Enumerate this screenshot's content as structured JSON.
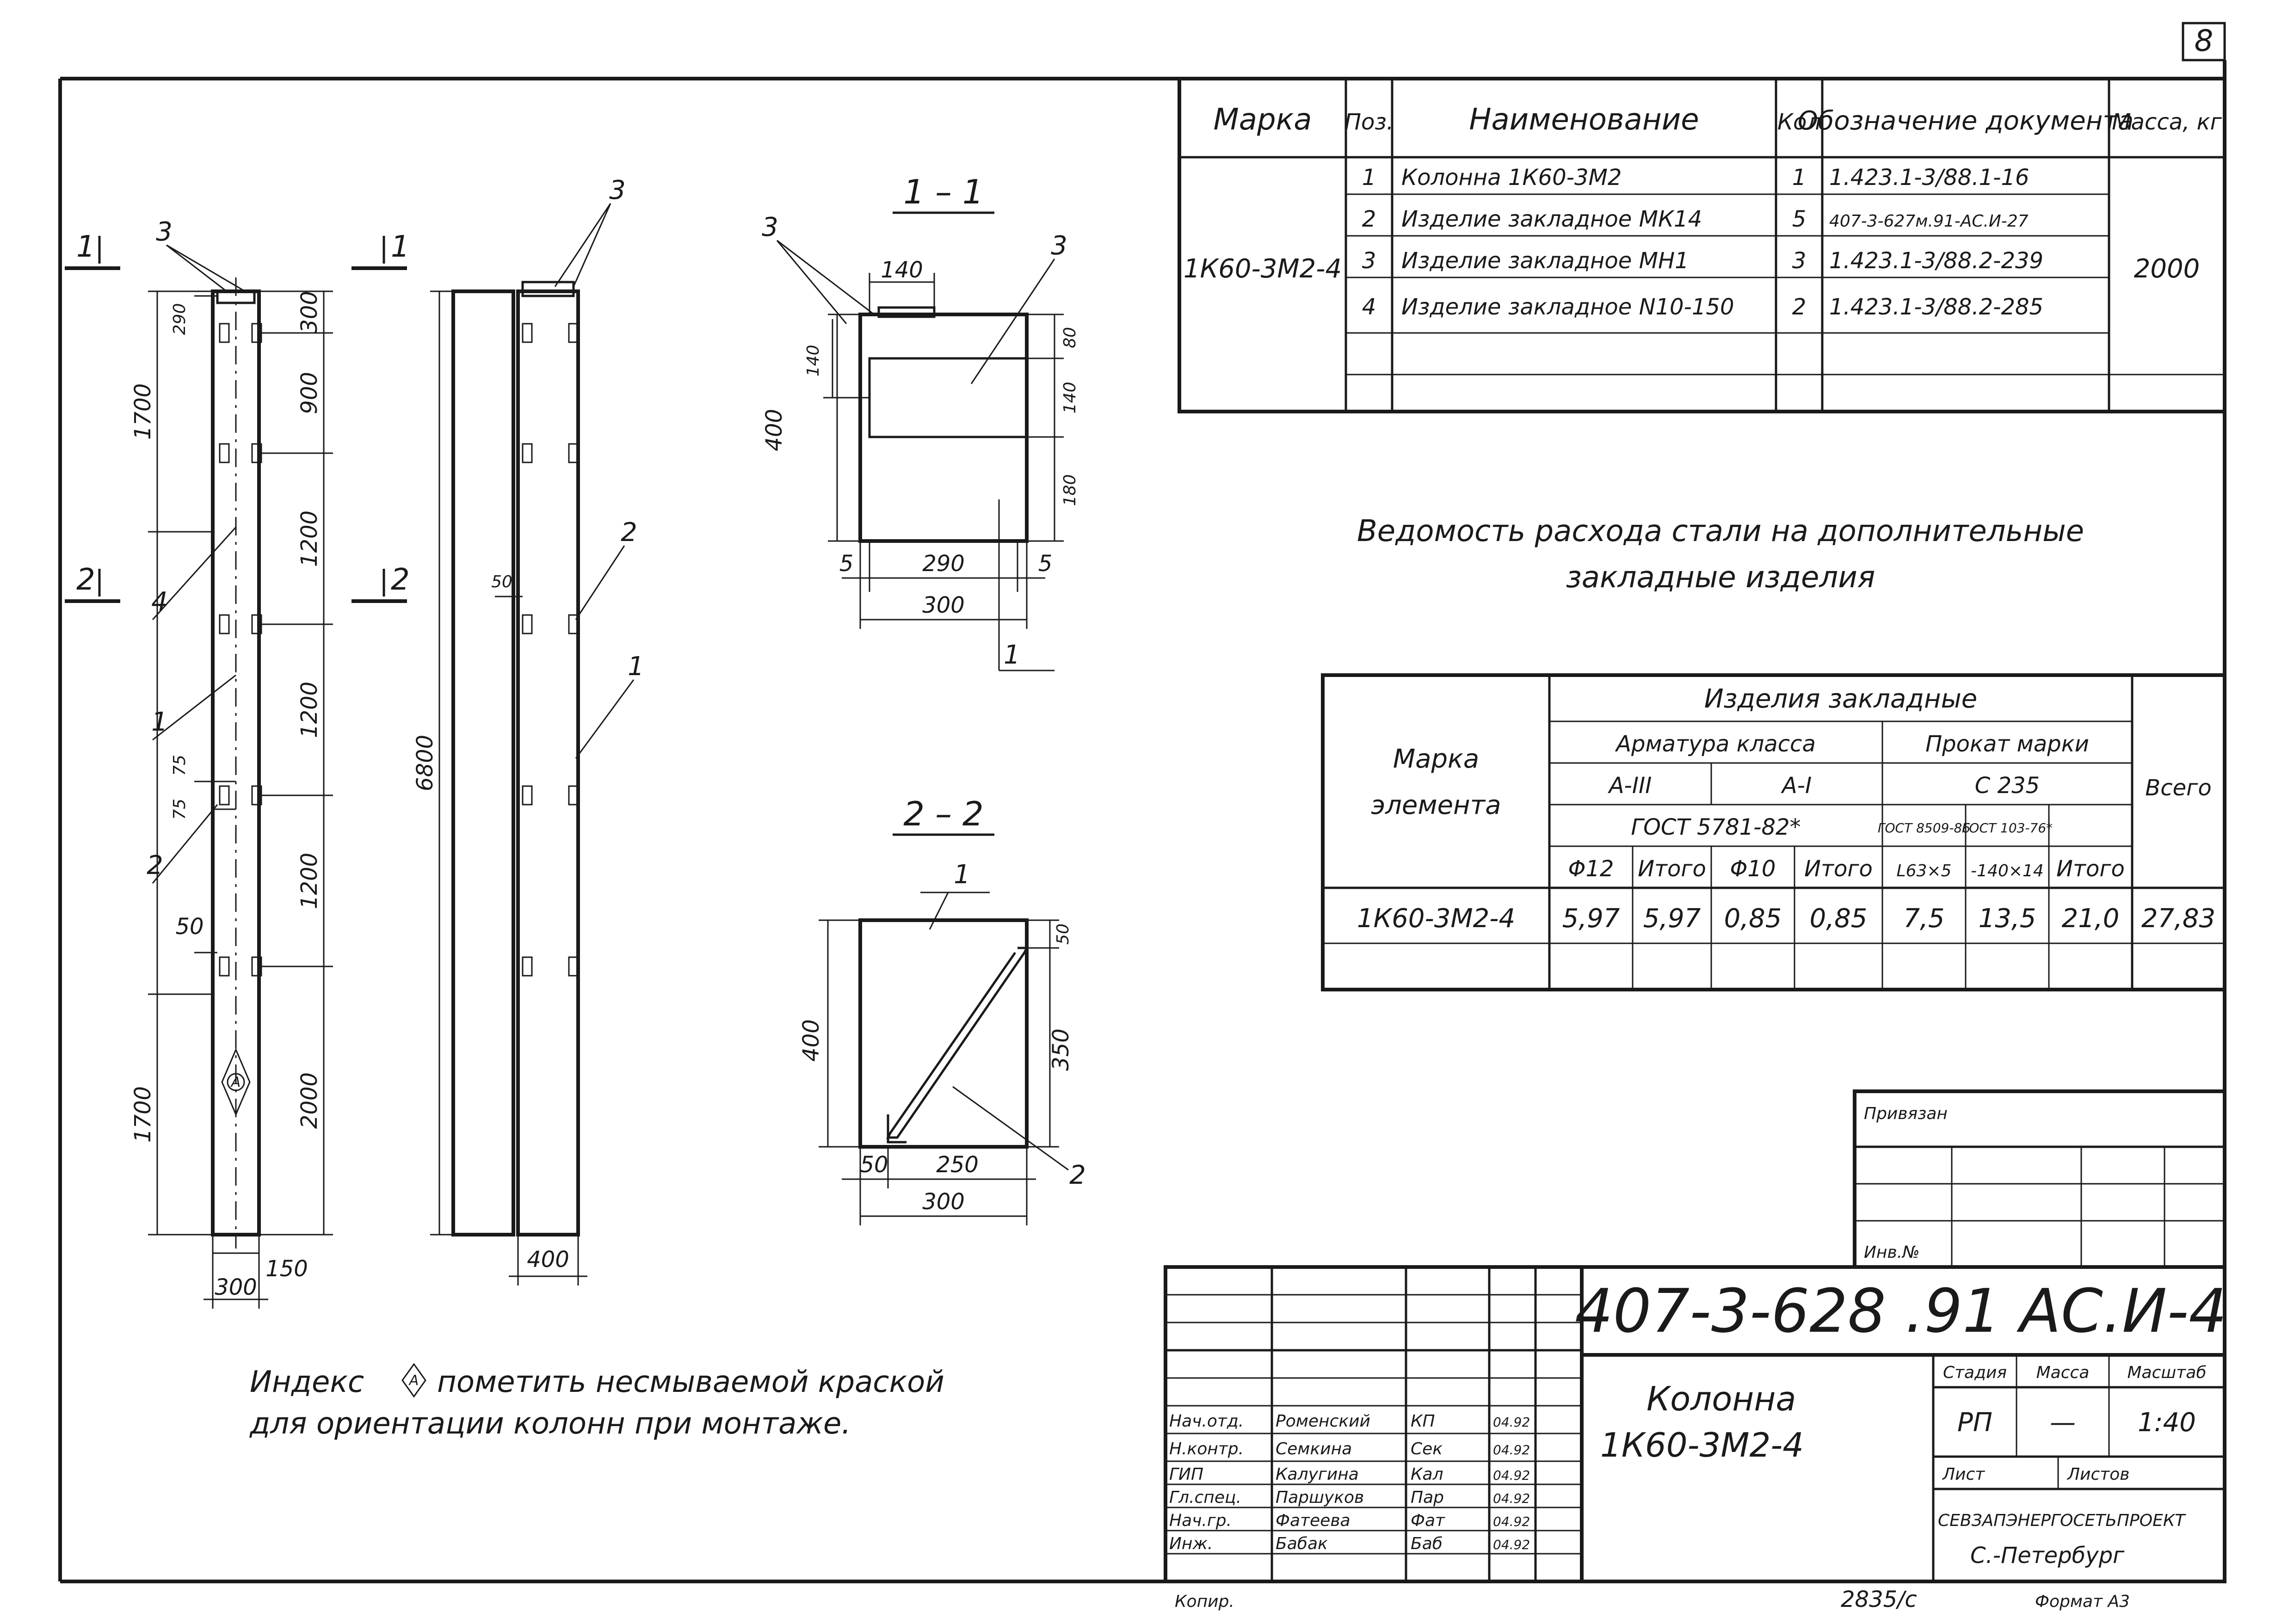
{
  "sheet_number": "8",
  "spec_table": {
    "headers": [
      "Марка",
      "Поз.",
      "Наименование",
      "Кол",
      "Обозначение документа",
      "Масса, кг"
    ],
    "mark": "1К60-3М2-4",
    "mass": "2000",
    "rows": [
      {
        "pos": "1",
        "name": "Колонна 1К60-3М2",
        "qty": "1",
        "doc": "1.423.1-3/88.1-16"
      },
      {
        "pos": "2",
        "name": "Изделие закладное МК14",
        "qty": "5",
        "doc": "407-3-627м.91-АС.И-27"
      },
      {
        "pos": "3",
        "name": "Изделие закладное МН1",
        "qty": "3",
        "doc": "1.423.1-3/88.2-239"
      },
      {
        "pos": "4",
        "name": "Изделие закладное N10-150",
        "qty": "2",
        "doc": "1.423.1-3/88.2-285"
      }
    ]
  },
  "steel_title_line1": "Ведомость расхода стали на дополнительные",
  "steel_title_line2": "закладные изделия",
  "steel_table": {
    "h_mark_1": "Марка",
    "h_mark_2": "элемента",
    "h_group": "Изделия закладные",
    "h_arm": "Арматура класса",
    "h_prok": "Прокат марки",
    "h_total": "Всего",
    "h_a3": "А-III",
    "h_a1": "А-I",
    "h_c235": "С 235",
    "h_gost5781": "ГОСТ 5781-82*",
    "h_gost8509": "ГОСТ 8509-86",
    "h_gost103": "ГОСТ 103-76*",
    "cols": [
      "Φ12",
      "Итого",
      "Φ10",
      "Итого",
      "L63×5",
      "-140×14",
      "Итого"
    ],
    "row_mark": "1К60-3М2-4",
    "row_values": [
      "5,97",
      "5,97",
      "0,85",
      "0,85",
      "7,5",
      "13,5",
      "21,0",
      "27,83"
    ]
  },
  "section_1_label": "1 – 1",
  "section_2_label": "2 – 2",
  "cut_labels": {
    "c1": "1",
    "c2": "2"
  },
  "callouts": {
    "p1": "1",
    "p2": "2",
    "p3": "3",
    "p4": "4"
  },
  "dims_elevation": {
    "d1700a": "1700",
    "d1700b": "1700",
    "d300top": "300",
    "d900": "900",
    "d1200a": "1200",
    "d1200b": "1200",
    "d1200c": "1200",
    "d2000": "2000",
    "d290": "290",
    "d75a": "75",
    "d75b": "75",
    "d50a": "50",
    "d150": "150",
    "d300bot": "300",
    "d6800": "6800",
    "d50b": "50",
    "d400": "400"
  },
  "dims_section1": {
    "d140top": "140",
    "d140side": "140",
    "d400": "400",
    "d80": "80",
    "d140r": "140",
    "d180": "180",
    "d5a": "5",
    "d290": "290",
    "d5b": "5",
    "d300": "300"
  },
  "dims_section2": {
    "d50": "50",
    "d400": "400",
    "d350": "350",
    "d50b": "50",
    "d250": "250",
    "d300": "300"
  },
  "index_mark": "А",
  "note_line1_a": "Индекс",
  "note_line1_b": "пометить несмываемой краской",
  "note_line2": "для ориентации колонн при монтаже.",
  "binding_label": "Привязан",
  "binding_inv": "Инв.№",
  "title_block": {
    "code": "407-3-628 .91 АС.И-4",
    "name_line1": "Колонна",
    "name_line2": "1К60-3М2-4",
    "h_stage": "Стадия",
    "h_mass": "Масса",
    "h_scale": "Масштаб",
    "stage": "РП",
    "mass": "—",
    "scale": "1:40",
    "sheet_label": "Лист",
    "sheets_label": "Листов",
    "org_line1": "СЕВЗАПЭНЕРГОСЕТЬПРОЕКТ",
    "org_line2": "С.-Петербург",
    "people": [
      {
        "role": "Нач.отд.",
        "name": "Роменский",
        "sign": "КП",
        "date": "04.92"
      },
      {
        "role": "Н.контр.",
        "name": "Семкина",
        "sign": "Сек",
        "date": "04.92"
      },
      {
        "role": "ГИП",
        "name": "Калугина",
        "sign": "Кал",
        "date": "04.92"
      },
      {
        "role": "Гл.спец.",
        "name": "Паршуков",
        "sign": "Пар",
        "date": "04.92"
      },
      {
        "role": "Нач.гр.",
        "name": "Фатеева",
        "sign": "Фат",
        "date": "04.92"
      },
      {
        "role": "Инж.",
        "name": "Бабак",
        "sign": "Баб",
        "date": "04.92"
      }
    ]
  },
  "footer": {
    "copied_label": "Копир.",
    "order": "2835/с",
    "format": "Формат А3"
  }
}
